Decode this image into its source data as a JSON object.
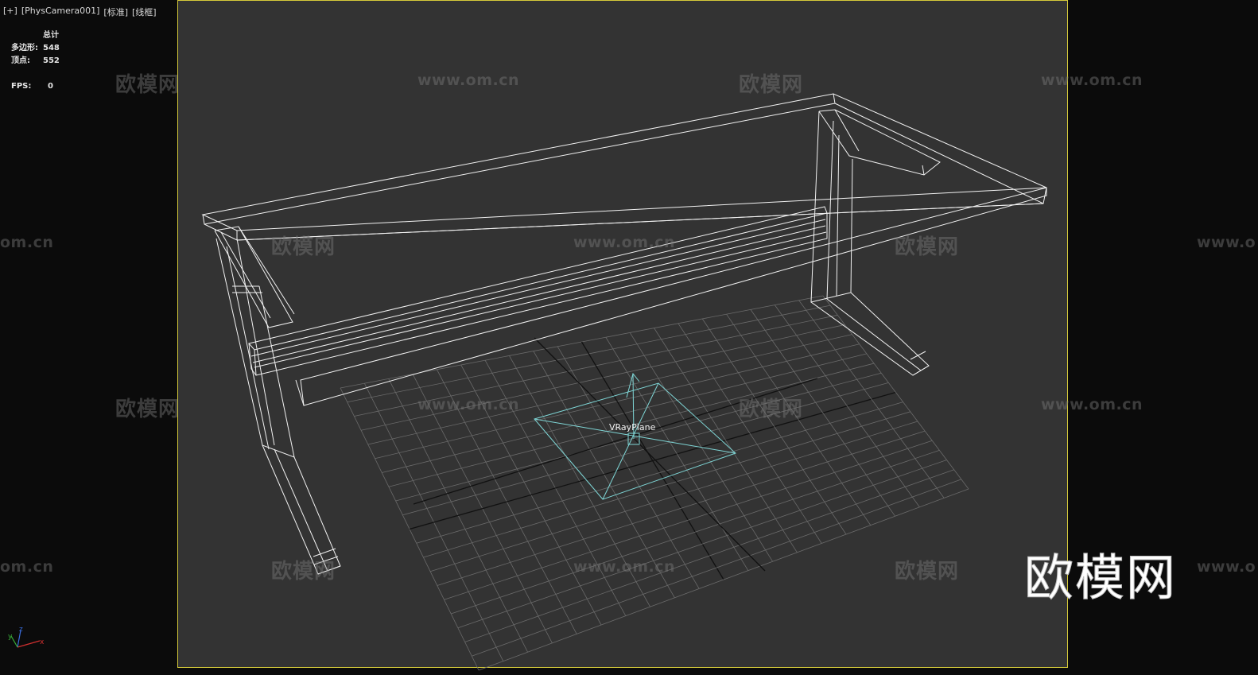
{
  "viewport_label": {
    "plus_menu": "[+]",
    "camera_menu": "[PhysCamera001]",
    "shading_standard": "[标准]",
    "shading_mode": "[线框]"
  },
  "stats": {
    "header": "总计",
    "polygons_label": "多边形:",
    "polygons_value": "548",
    "vertices_label": "顶点:",
    "vertices_value": "552",
    "fps_label": "FPS:",
    "fps_value": "0"
  },
  "object_label": "VRayPlane",
  "watermark": {
    "brand": "欧模网",
    "url": "www.om.cn",
    "partial_url_left": "om.cn",
    "partial_url_right": "www.o"
  },
  "brand_logo": "欧模网",
  "axis_gizmo": {
    "x": "x",
    "y": "y",
    "z": "z"
  },
  "colors": {
    "viewport_bg": "#333333",
    "active_border": "#d6cb3a",
    "wireframe": "#f2f2f2",
    "vrayplane": "#7fd6d6",
    "grid": "#6a6a6a",
    "grid_axis": "#111111"
  }
}
